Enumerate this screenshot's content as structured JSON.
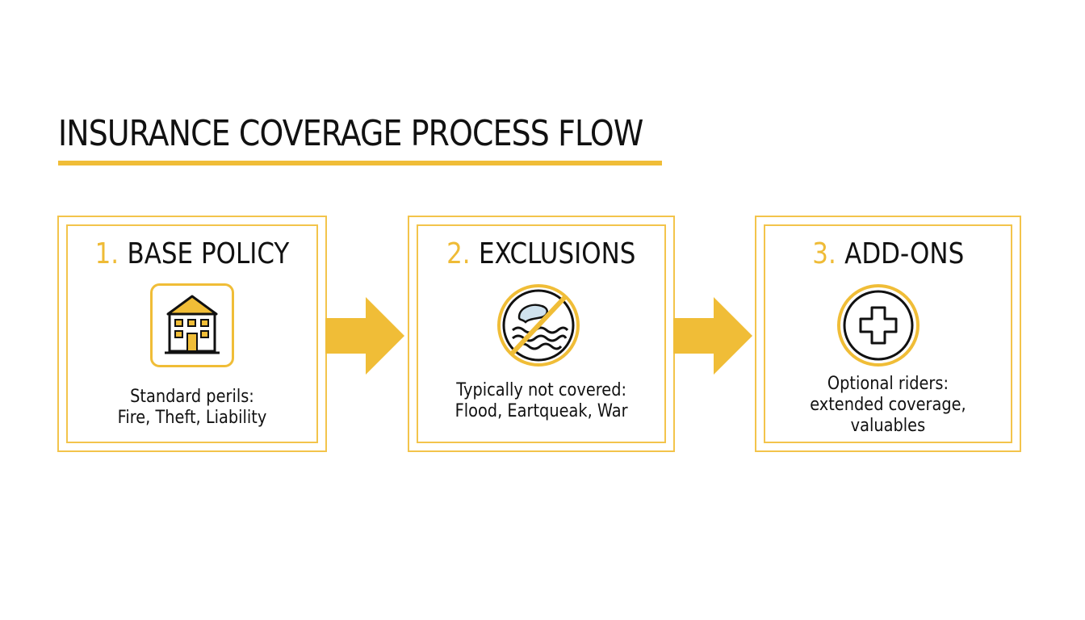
{
  "title": "INSURANCE COVERAGE PROCESS FLOW",
  "colors": {
    "accent": "#f0bd37",
    "text": "#111111",
    "background": "#ffffff"
  },
  "steps": [
    {
      "number": "1.",
      "label": "BASE POLICY",
      "icon": "house-icon",
      "description": [
        "Standard perils:",
        "Fire, Theft, Liability"
      ]
    },
    {
      "number": "2.",
      "label": "EXCLUSIONS",
      "icon": "no-flood-icon",
      "description": [
        "Typically not covered:",
        "Flood, Eartqueak, War"
      ]
    },
    {
      "number": "3.",
      "label": "ADD-ONS",
      "icon": "plus-circle-icon",
      "description": [
        "Optional riders:",
        "extended coverage,",
        "valuables"
      ]
    }
  ]
}
